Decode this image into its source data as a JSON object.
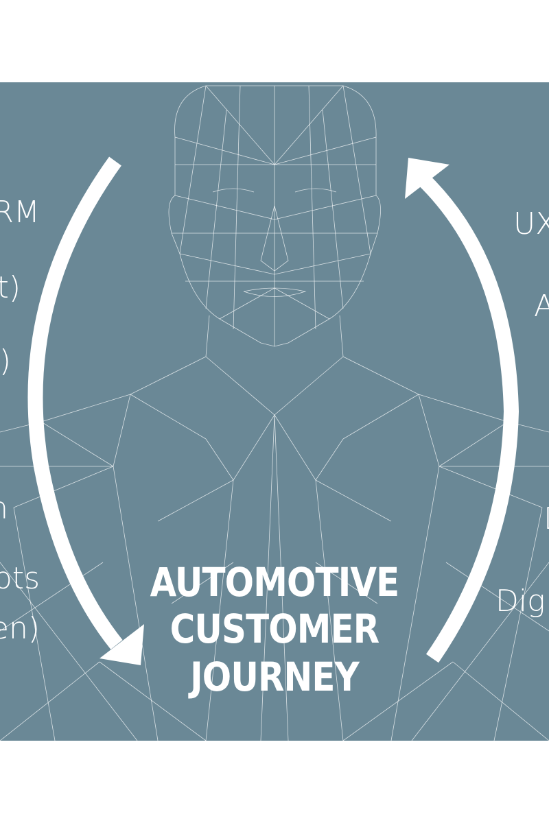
{
  "colors": {
    "panel_bg": "#6a8896",
    "text": "#ffffff",
    "page_bg": "#ffffff"
  },
  "title": {
    "lines": [
      "AUTOMOTIVE",
      "CUSTOMER",
      "JOURNEY"
    ]
  },
  "left_fragments": [
    "RM",
    "t)",
    ")",
    "n",
    "ots",
    "en)"
  ],
  "right_fragments": [
    "UX",
    "A",
    "D",
    "Dig"
  ],
  "icons": {
    "left_arrow": "arrow-cycle-down-icon",
    "right_arrow": "arrow-cycle-up-icon",
    "figure": "wireframe-person-icon"
  }
}
